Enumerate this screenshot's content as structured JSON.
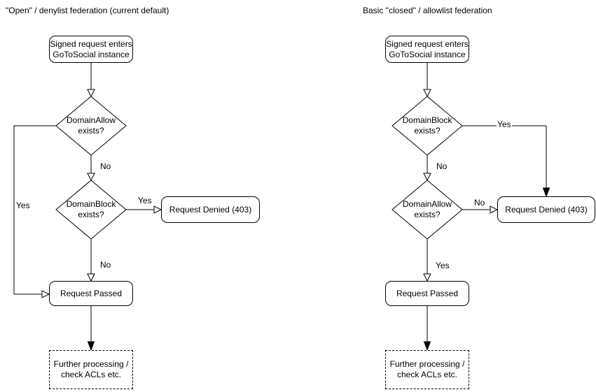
{
  "colors": {
    "background": "#ffffff",
    "stroke": "#000000",
    "fill": "#ffffff",
    "text": "#000000"
  },
  "diagram": {
    "left": {
      "title": "\"Open\" / denylist federation (current default)",
      "nodes": {
        "start": "Signed request enters\nGoToSocial instance",
        "decision1": "DomainAllow\nexists?",
        "decision2": "DomainBlock\nexists?",
        "denied": "Request Denied (403)",
        "passed": "Request Passed",
        "further": "Further processing /\ncheck ACLs etc."
      },
      "edge_labels": {
        "decision1_yes": "Yes",
        "decision1_no": "No",
        "decision2_yes": "Yes",
        "decision2_no": "No"
      }
    },
    "right": {
      "title": "Basic \"closed\" / allowlist federation",
      "nodes": {
        "start": "Signed request enters\nGoToSocial instance",
        "decision1": "DomainBlock\nexists?",
        "decision2": "DomainAllow\nexists?",
        "denied": "Request Denied (403)",
        "passed": "Request Passed",
        "further": "Further processing /\ncheck ACLs etc."
      },
      "edge_labels": {
        "decision1_yes": "Yes",
        "decision1_no": "No",
        "decision2_no": "No",
        "decision2_yes": "Yes"
      }
    }
  }
}
